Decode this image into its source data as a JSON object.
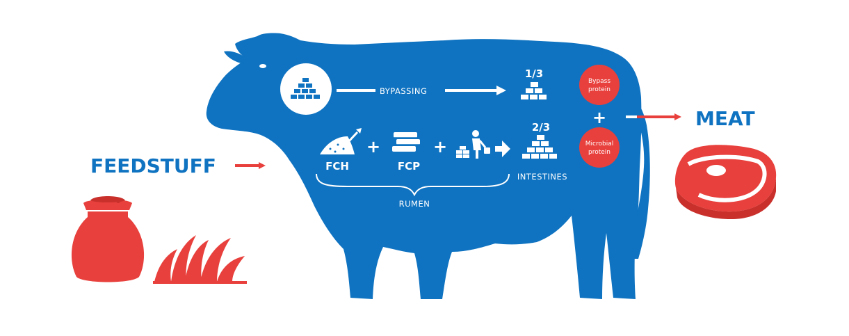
{
  "colors": {
    "blue": "#0f73c1",
    "red": "#e8403c",
    "white": "#ffffff"
  },
  "labels": {
    "feedstuff": "FEEDSTUFF",
    "meat": "MEAT",
    "bypassing": "BYPASSING",
    "fraction_top": "1/3",
    "fraction_bottom": "2/3",
    "fch": "FCH",
    "fcp": "FCP",
    "rumen": "RUMEN",
    "intestines": "INTESTINES",
    "plus": "+",
    "bypass_protein_line1": "Bypass",
    "bypass_protein_line2": "protein",
    "microbial_protein_line1": "Microbial",
    "microbial_protein_line2": "protein"
  },
  "icons": {
    "feed_sack": "feed-sack-icon",
    "grass": "grass-icon",
    "steak": "steak-icon",
    "bricks": "bricks-icon",
    "feed_pile": "feed-pile-icon",
    "blocks": "blocks-icon",
    "worker": "worker-icon"
  }
}
